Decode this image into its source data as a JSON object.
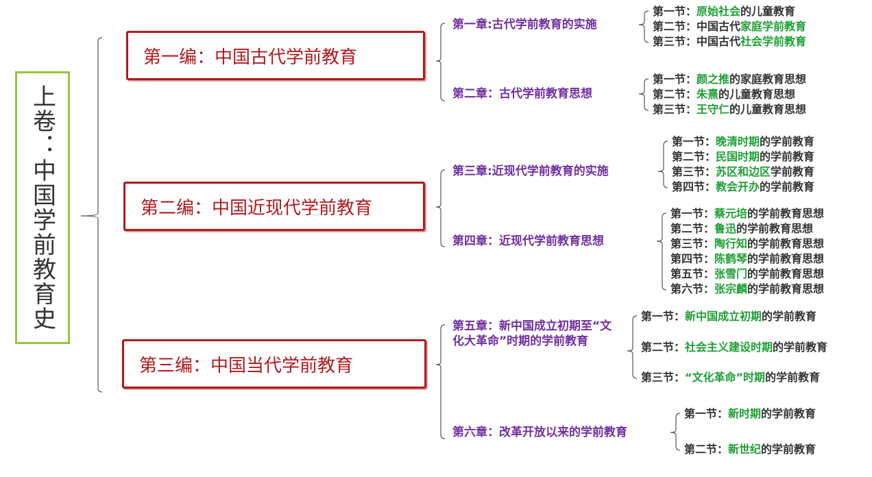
{
  "root": "上卷：中国学前教育史",
  "parts": [
    {
      "title": "第一编：中国古代学前教育"
    },
    {
      "title": "第二编：中国近现代学前教育"
    },
    {
      "title": "第三编：中国当代学前教育"
    }
  ],
  "chapters": [
    {
      "title": "第一章:古代学前教育的实施",
      "sections": [
        {
          "prefix": "第一节：",
          "highlight": "原始社会",
          "suffix": "的儿童教育"
        },
        {
          "prefix": "第二节：中国古代",
          "highlight": "家庭学前教育",
          "suffix": ""
        },
        {
          "prefix": "第三节：中国古代",
          "highlight": "社会学前教育",
          "suffix": ""
        }
      ]
    },
    {
      "title": "第二章：古代学前教育思想",
      "sections": [
        {
          "prefix": "第一节：",
          "highlight": "颜之推",
          "suffix": "的家庭教育思想"
        },
        {
          "prefix": "第二节：",
          "highlight": "朱熹",
          "suffix": "的儿童教育思想"
        },
        {
          "prefix": "第三节：",
          "highlight": "王守仁",
          "suffix": "的儿童教育思想"
        }
      ]
    },
    {
      "title": "第三章:近现代学前教育的实施",
      "sections": [
        {
          "prefix": "第一节：",
          "highlight": "晚清时期",
          "suffix": "的学前教育"
        },
        {
          "prefix": "第二节：",
          "highlight": "民国时期",
          "suffix": "的学前教育"
        },
        {
          "prefix": "第三节：",
          "highlight": "苏区和边区",
          "suffix": "学前教育"
        },
        {
          "prefix": "第四节：",
          "highlight": "教会开办",
          "suffix": "的学前教育"
        }
      ]
    },
    {
      "title": "第四章：近现代学前教育思想",
      "sections": [
        {
          "prefix": "第一节：",
          "highlight": "蔡元培",
          "suffix": "的学前教育思想"
        },
        {
          "prefix": "第二节：",
          "highlight": "鲁迅",
          "suffix": "的学前教育思想"
        },
        {
          "prefix": "第三节：",
          "highlight": "陶行知",
          "suffix": "的学前教育思想"
        },
        {
          "prefix": "第四节：",
          "highlight": "陈鹤琴",
          "suffix": "的学前教育思想"
        },
        {
          "prefix": "第五节：",
          "highlight": "张雪门",
          "suffix": "的学前教育思想"
        },
        {
          "prefix": "第六节：",
          "highlight": "张宗麟",
          "suffix": "的学前教育思想"
        }
      ]
    },
    {
      "title": "第五章：新中国成立初期至“文化大革命”时期的学前教育",
      "sections": [
        {
          "prefix": "第一节：",
          "highlight": "新中国成立初期",
          "suffix": "的学前教育"
        },
        {
          "prefix": "第二节：",
          "highlight": "社会主义建设时期",
          "suffix": "的学前教育"
        },
        {
          "prefix": "第三节：",
          "highlight": "“文化革命”时期",
          "suffix": "的学前教育"
        }
      ]
    },
    {
      "title": "第六章：改革开放以来的学前教育",
      "sections": [
        {
          "prefix": "第一节：",
          "highlight": "新时期",
          "suffix": "的学前教育"
        },
        {
          "prefix": "第二节：",
          "highlight": "新世纪",
          "suffix": "的学前教育"
        }
      ]
    }
  ],
  "colors": {
    "part": "#b0191e",
    "chapter": "#7030a0",
    "highlight": "#1ea035",
    "root_border": "#92c83e",
    "text": "#333333"
  }
}
